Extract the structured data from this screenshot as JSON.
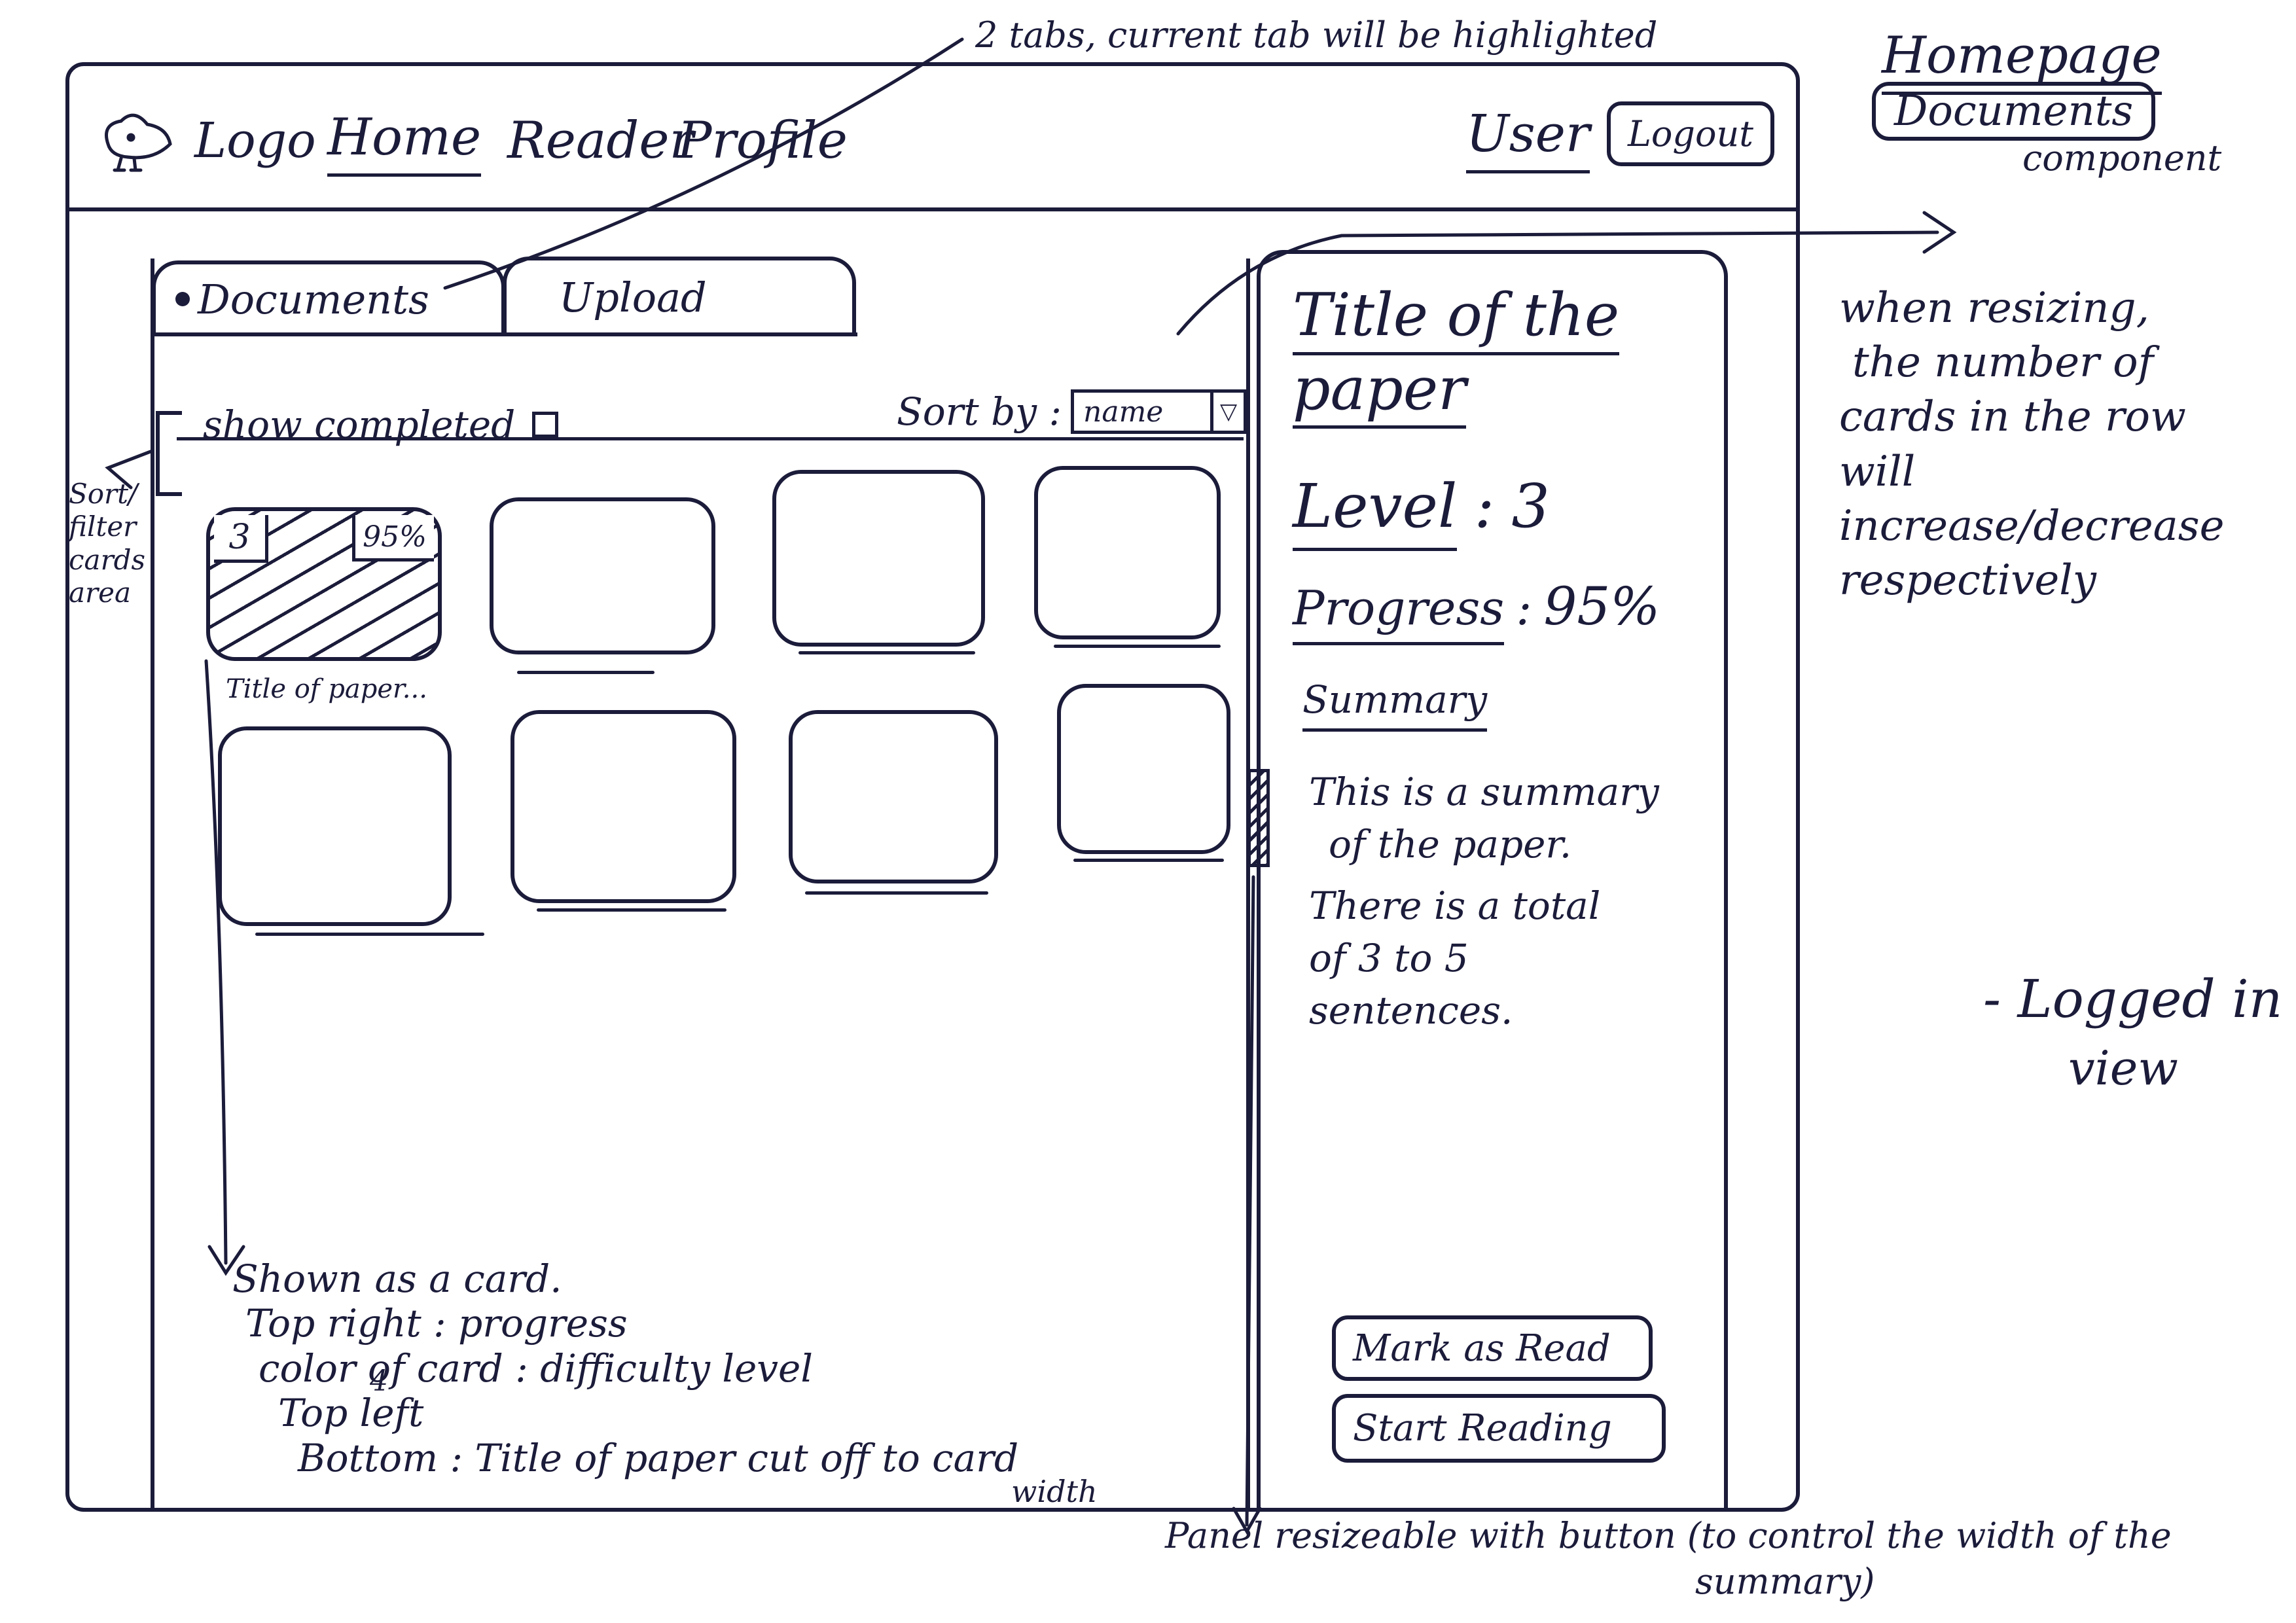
{
  "navbar": {
    "logo": "Logo",
    "links": [
      "Home",
      "Reader",
      "Profile"
    ],
    "active_link": "Home",
    "user": "User",
    "logout": "Logout"
  },
  "tabs": [
    {
      "label": "Documents",
      "active": true
    },
    {
      "label": "Upload",
      "active": false
    }
  ],
  "filters": {
    "show_completed": "show completed",
    "show_completed_checked": false,
    "sort_by_label": "Sort by :",
    "sort_value": "name"
  },
  "cards": [
    {
      "level": "3",
      "progress": "95%",
      "title": "Title of paper...",
      "selected": true
    },
    {
      "title": ""
    },
    {
      "title": ""
    },
    {
      "title": ""
    },
    {
      "title": ""
    },
    {
      "title": ""
    },
    {
      "title": ""
    },
    {
      "title": ""
    }
  ],
  "summary": {
    "title_line1": "Title of the",
    "title_line2": "paper",
    "level_label": "Level",
    "level_value": "3",
    "progress_label": "Progress",
    "progress_value": "95%",
    "summary_heading": "Summary",
    "summary_lines": [
      "This is a summary",
      "of the paper.",
      "There is a total",
      "of 3 to 5",
      "sentences."
    ],
    "mark_read": "Mark as Read",
    "start_reading": "Start Reading"
  },
  "annotations": {
    "tabs_note": "2 tabs, current tab will be highlighted",
    "homepage": "Homepage",
    "documents_component": "Documents",
    "component": "component",
    "resize_note": [
      "when resizing,",
      "the number of",
      "cards in the row",
      "will increase/decrease",
      "respectively"
    ],
    "sort_note": [
      "Sort/",
      "filter",
      "cards",
      "area"
    ],
    "card_note": [
      "Shown as a card.",
      "Top right : progress",
      "color of card : difficulty level",
      "Top left",
      "Bottom : Title of paper cut off to card",
      "width"
    ],
    "card_note_marker": "4",
    "panel_note": "Panel resizeable with button (to control the width of the",
    "panel_note_2": "summary)",
    "logged_in": "- Logged in",
    "logged_in_2": "view"
  },
  "colors": {
    "ink": "#1b1b3a",
    "paper": "#ffffff"
  }
}
